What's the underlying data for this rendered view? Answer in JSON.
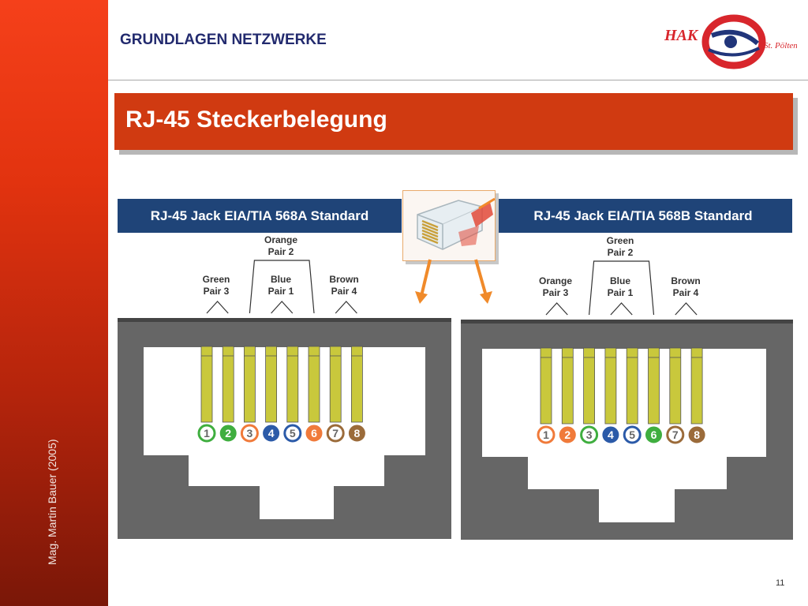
{
  "header": {
    "title": "GRUNDLAGEN NETZWERKE",
    "logo_text": "HAK",
    "logo_subtext": "St. Pölten"
  },
  "slide": {
    "title": "RJ-45 Steckerbelegung",
    "page_number": "11",
    "author": "Mag. Martin Bauer (2005)"
  },
  "standards": [
    {
      "title": "RJ-45 Jack EIA/TIA 568A Standard",
      "pairs": [
        {
          "name": "Green",
          "pair": "Pair 3"
        },
        {
          "name": "Orange",
          "pair": "Pair 2"
        },
        {
          "name": "Blue",
          "pair": "Pair 1"
        },
        {
          "name": "Brown",
          "pair": "Pair 4"
        }
      ],
      "pins": [
        {
          "num": "1",
          "color": "#ffffff",
          "stripe": "#3fae3f"
        },
        {
          "num": "2",
          "color": "#3fae3f",
          "stripe": ""
        },
        {
          "num": "3",
          "color": "#ffffff",
          "stripe": "#f07a3a"
        },
        {
          "num": "4",
          "color": "#2b5aa8",
          "stripe": ""
        },
        {
          "num": "5",
          "color": "#ffffff",
          "stripe": "#2b5aa8"
        },
        {
          "num": "6",
          "color": "#f07a3a",
          "stripe": ""
        },
        {
          "num": "7",
          "color": "#ffffff",
          "stripe": "#9b6b3a"
        },
        {
          "num": "8",
          "color": "#9b6b3a",
          "stripe": ""
        }
      ]
    },
    {
      "title": "RJ-45 Jack EIA/TIA 568B Standard",
      "pairs": [
        {
          "name": "Orange",
          "pair": "Pair 3"
        },
        {
          "name": "Green",
          "pair": "Pair 2"
        },
        {
          "name": "Blue",
          "pair": "Pair 1"
        },
        {
          "name": "Brown",
          "pair": "Pair 4"
        }
      ],
      "pins": [
        {
          "num": "1",
          "color": "#ffffff",
          "stripe": "#f07a3a"
        },
        {
          "num": "2",
          "color": "#f07a3a",
          "stripe": ""
        },
        {
          "num": "3",
          "color": "#ffffff",
          "stripe": "#3fae3f"
        },
        {
          "num": "4",
          "color": "#2b5aa8",
          "stripe": ""
        },
        {
          "num": "5",
          "color": "#ffffff",
          "stripe": "#2b5aa8"
        },
        {
          "num": "6",
          "color": "#3fae3f",
          "stripe": ""
        },
        {
          "num": "7",
          "color": "#ffffff",
          "stripe": "#9b6b3a"
        },
        {
          "num": "8",
          "color": "#9b6b3a",
          "stripe": ""
        }
      ]
    }
  ],
  "colors": {
    "sidebar": "#e2330f",
    "title_bar": "#d03a11",
    "standard_bar": "#1f4478",
    "jack_body": "#666666",
    "contact": "#c9c83c",
    "arrow": "#f08a2a",
    "header_text": "#222a6e"
  }
}
